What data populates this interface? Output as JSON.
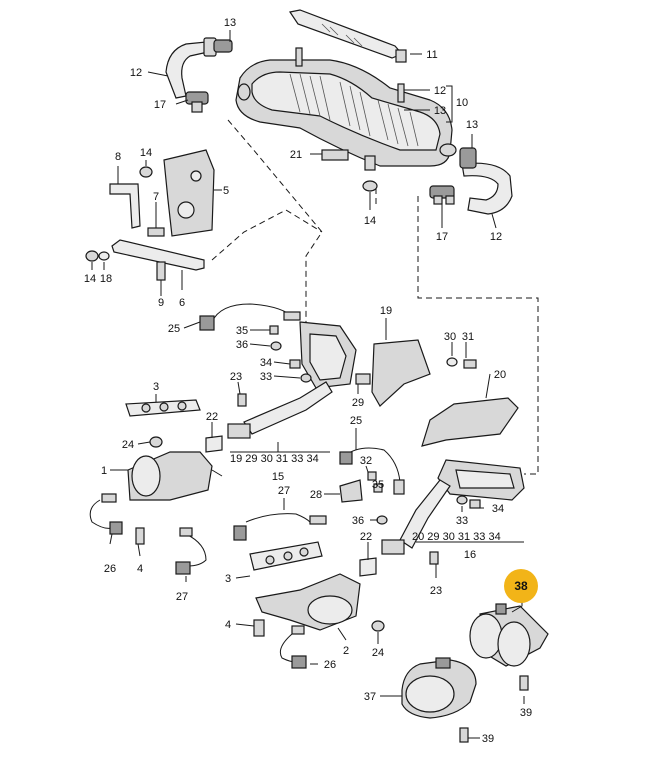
{
  "labels": {
    "n1": "1",
    "n2": "2",
    "n3a": "3",
    "n3b": "3",
    "n4a": "4",
    "n4b": "4",
    "n5": "5",
    "n6": "6",
    "n7": "7",
    "n8": "8",
    "n9": "9",
    "n10": "10",
    "n11": "11",
    "n12a": "12",
    "n12b": "12",
    "n12c": "12",
    "n13a": "13",
    "n13b": "13",
    "n13c": "13",
    "n14a": "14",
    "n14b": "14",
    "n14c": "14",
    "n15": "15",
    "n16": "16",
    "n17a": "17",
    "n17b": "17",
    "n18": "18",
    "n19": "19",
    "n20": "20",
    "n21": "21",
    "n22a": "22",
    "n22b": "22",
    "n23a": "23",
    "n23b": "23",
    "n24a": "24",
    "n24b": "24",
    "n25a": "25",
    "n25b": "25",
    "n26a": "26",
    "n26b": "26",
    "n27a": "27",
    "n27b": "27",
    "n28": "28",
    "n29": "29",
    "n30": "30",
    "n31": "31",
    "n32": "32",
    "n33a": "33",
    "n33b": "33",
    "n34a": "34",
    "n34b": "34",
    "n35a": "35",
    "n35b": "35",
    "n36a": "36",
    "n36b": "36",
    "n37": "37",
    "n38": "38",
    "n39a": "39",
    "n39b": "39",
    "row15": "19 29 30 31 33 34",
    "row16": "20 29 30 31 33 34"
  },
  "highlight": {
    "label": "38",
    "color": "#f2b418"
  }
}
